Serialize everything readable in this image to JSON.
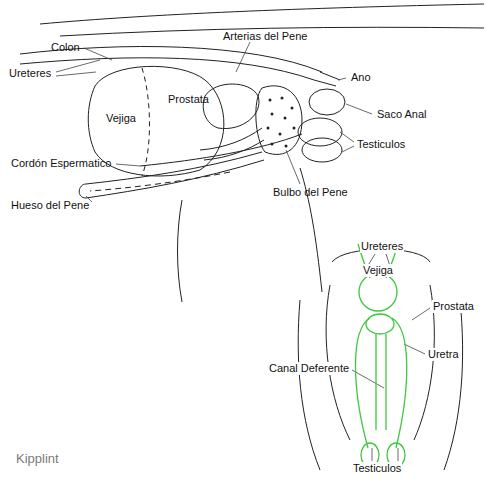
{
  "diagram": {
    "labels": [
      "Colon",
      "Arterias del Pene",
      "Ureteres",
      "Vejiga",
      "Prostata",
      "Ano",
      "Saco Anal",
      "Testiculos",
      "Cordón Espermatico",
      "Hueso del Pene",
      "Bulbo del Pene",
      "Ureteres",
      "Vejiga",
      "Prostata",
      "Uretra",
      "Canal Deferente",
      "Testiculos",
      "Kipplint"
    ]
  }
}
